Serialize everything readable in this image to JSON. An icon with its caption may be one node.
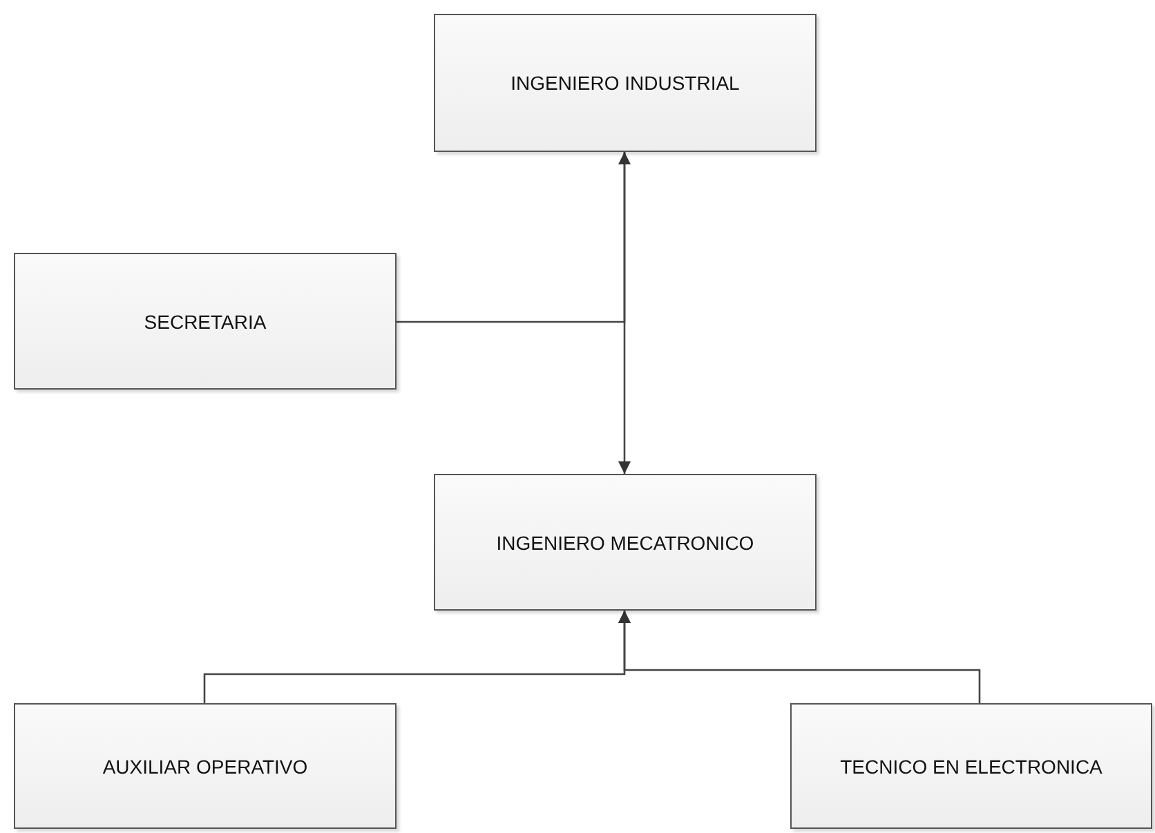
{
  "diagram": {
    "nodes": [
      {
        "text": [
          "INGENIERO INDUSTRIAL"
        ]
      },
      {
        "text": [
          "SECRETARIA"
        ]
      },
      {
        "text": [
          "INGENIERO MECATRONICO"
        ]
      },
      {
        "text": [
          "AUXILIAR OPERATIVO"
        ]
      },
      {
        "text": [
          "TECNICO EN ELECTRONICA"
        ]
      }
    ],
    "edges": [
      {
        "from": 0,
        "to": 2,
        "arrow": "to"
      },
      {
        "from": 1,
        "to": 0,
        "arrow": "to"
      },
      {
        "from": 3,
        "to": 2,
        "arrow": "to"
      },
      {
        "from": 4,
        "to": 2,
        "arrow": "to"
      }
    ]
  }
}
